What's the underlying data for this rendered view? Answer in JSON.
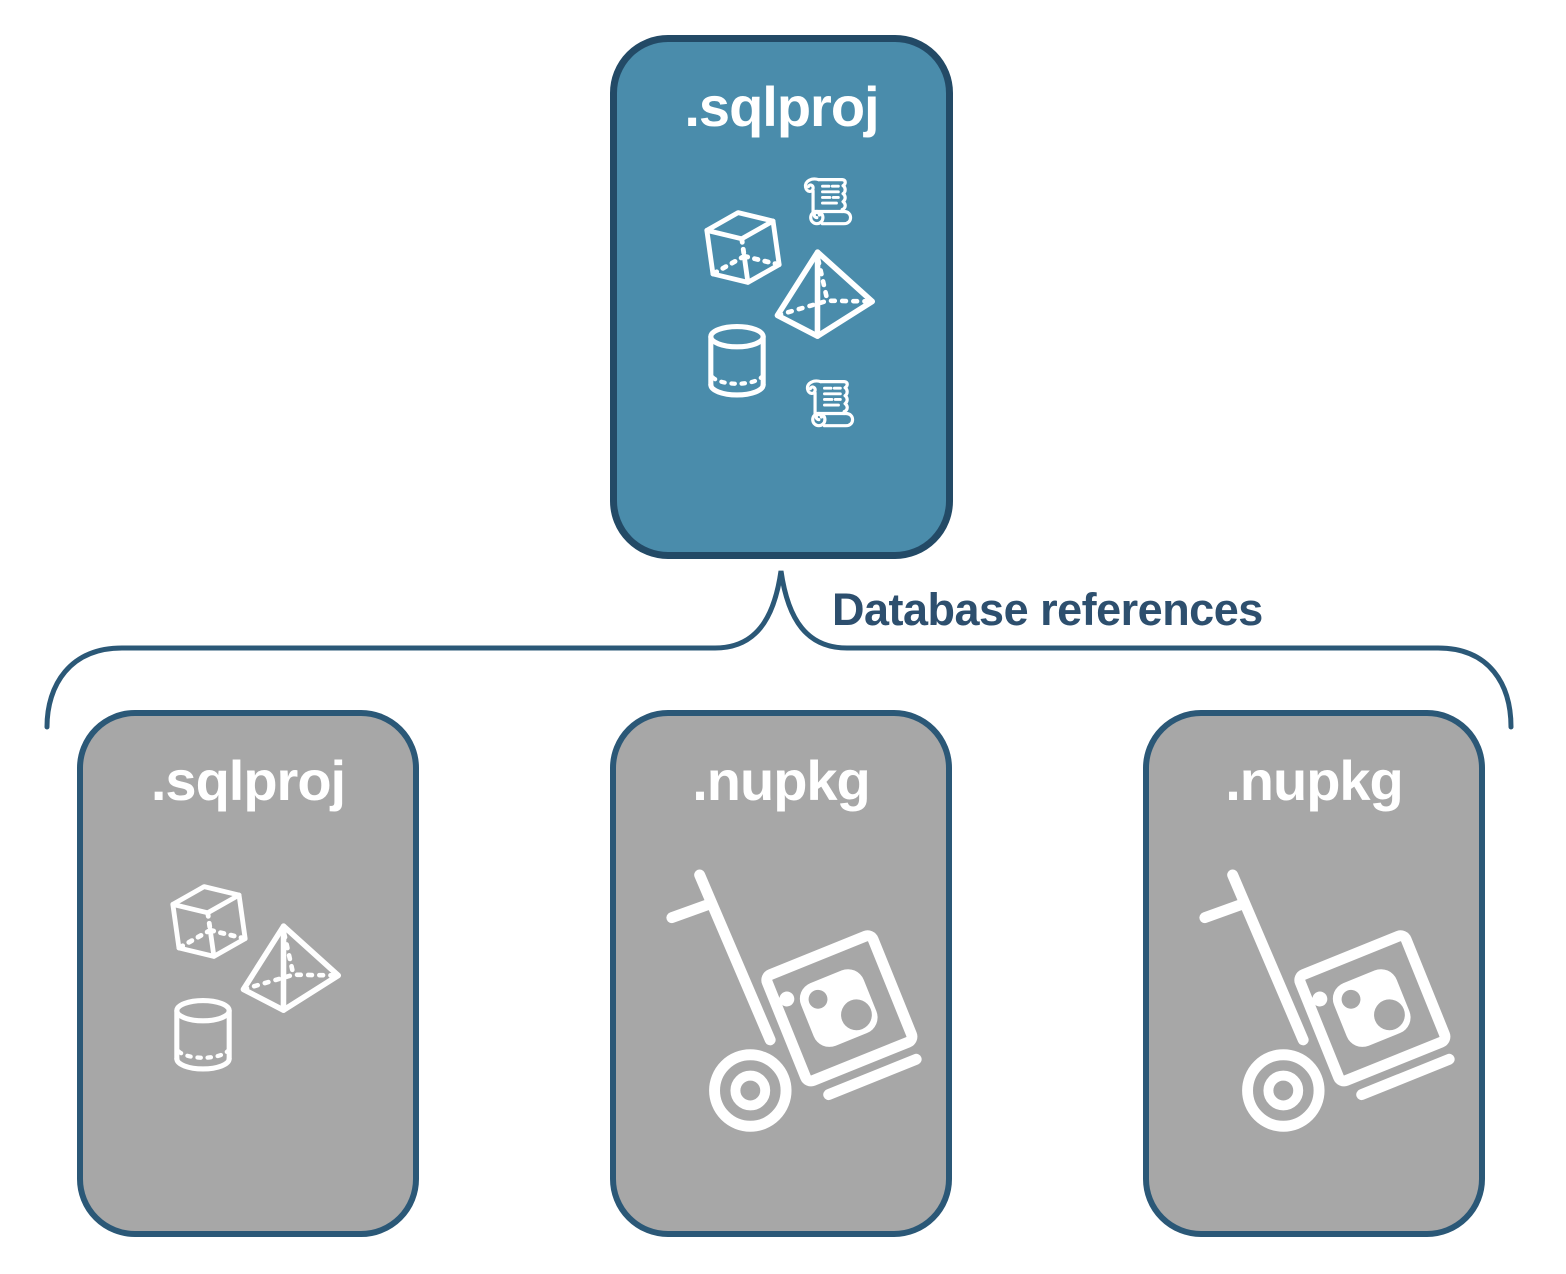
{
  "diagram": {
    "connector_label": "Database references",
    "top_node": {
      "title": ".sqlproj",
      "icons": [
        "cube-icon",
        "scroll-icon",
        "pyramid-icon",
        "cylinder-icon",
        "scroll-icon"
      ]
    },
    "child_nodes": [
      {
        "title": ".sqlproj",
        "icons": [
          "cube-icon",
          "pyramid-icon",
          "cylinder-icon"
        ]
      },
      {
        "title": ".nupkg",
        "icons": [
          "handtruck-package-icon"
        ]
      },
      {
        "title": ".nupkg",
        "icons": [
          "handtruck-package-icon"
        ]
      }
    ],
    "colors": {
      "primary_node_fill": "#4a8cab",
      "primary_node_border": "#234a66",
      "child_node_fill": "#a7a7a7",
      "child_node_border": "#2b5877",
      "connector": "#2b5877",
      "label_text": "#2d4f6e",
      "node_title_text": "#ffffff",
      "icon_stroke": "#ffffff"
    }
  }
}
